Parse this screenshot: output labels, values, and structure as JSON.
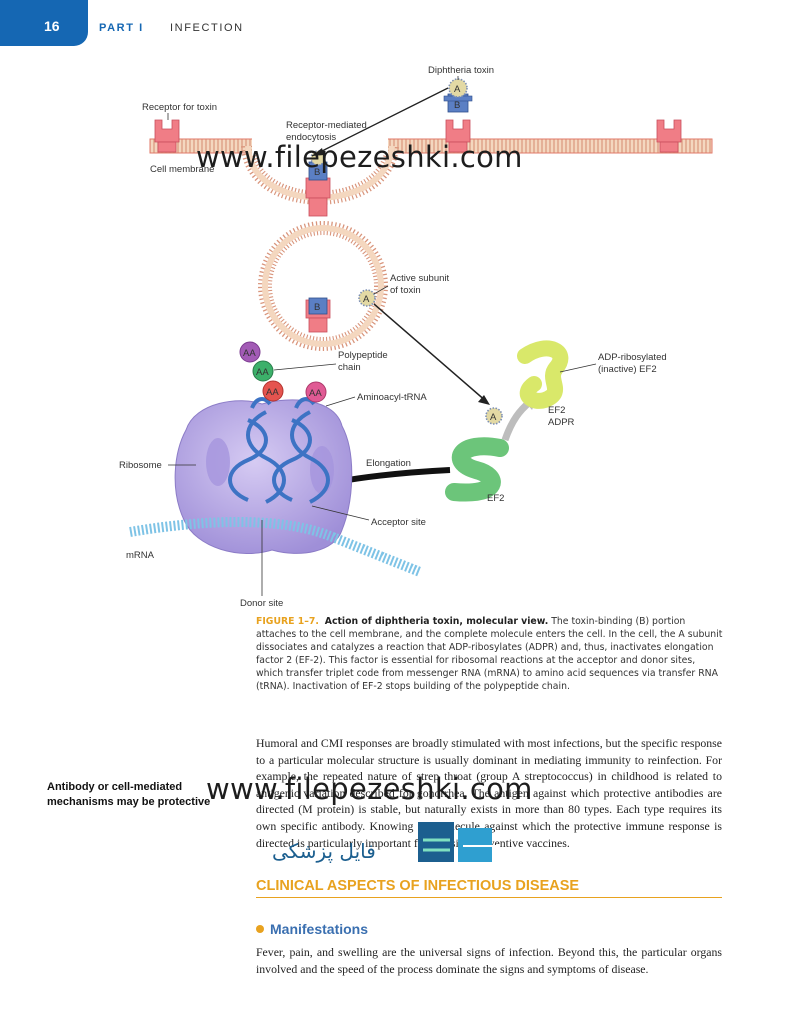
{
  "header": {
    "page_number": "16",
    "part": "PART I",
    "chapter": "INFECTION"
  },
  "figure": {
    "labels": {
      "diphtheria_toxin": "Diphtheria toxin",
      "receptor_for_toxin": "Receptor for toxin",
      "receptor_mediated_1": "Receptor-mediated",
      "receptor_mediated_2": "endocytosis",
      "cell_membrane": "Cell membrane",
      "active_subunit_1": "Active subunit",
      "active_subunit_2": "of toxin",
      "polypeptide_1": "Polypeptide",
      "polypeptide_2": "chain",
      "aminoacyl_trna": "Aminoacyl-tRNA",
      "ribosome": "Ribosome",
      "elongation": "Elongation",
      "acceptor_site": "Acceptor site",
      "mrna": "mRNA",
      "donor_site": "Donor site",
      "adp_ribosylated_1": "ADP-ribosylated",
      "adp_ribosylated_2": "(inactive) EF2",
      "ef2_adpr_1": "EF2",
      "ef2_adpr_2": "ADPR",
      "ef2": "EF2",
      "subunit_a": "A",
      "subunit_b": "B",
      "amino_acid": "AA"
    },
    "caption": {
      "number": "FIGURE 1–7.",
      "title": "Action of diphtheria toxin, molecular view.",
      "text": "The toxin-binding (B) portion attaches to the cell membrane, and the complete molecule enters the cell. In the cell, the A subunit dissociates and catalyzes a reaction that ADP-ribosylates (ADPR) and, thus, inactivates elongation factor 2 (EF-2). This factor is essential for ribosomal reactions at the acceptor and donor sites, which transfer triplet code from messenger RNA (mRNA) to amino acid sequences via transfer RNA (tRNA). Inactivation of EF-2 stops building of the polypeptide chain."
    }
  },
  "margin_note": "Antibody or cell-mediated mechanisms may be protective",
  "body": {
    "paragraph1": "Humoral and CMI responses are broadly stimulated with most infections, but the specific response to a particular molecular structure is usually dominant in mediating immunity to reinfection. For example, the repeated nature of strep throat (group A streptococcus) in childhood is related to antigenic variation described for gonorrhea. The antigen against which protective antibodies are directed (M protein) is stable, but naturally exists in more than 80 types. Each type requires its own specific antibody. Knowing the molecule against which the protective immune response is directed is particularly important for devising preventive vaccines.",
    "section_heading": "CLINICAL ASPECTS OF INFECTIOUS DISEASE",
    "subsection_heading": "Manifestations",
    "paragraph2": "Fever, pain, and swelling are the universal signs of infection. Beyond this, the particular organs involved and the speed of the process dominate the signs and symptoms of disease."
  },
  "watermark": {
    "url": "www.filepezeshki.com",
    "logo_text": "فایل پزشکی"
  },
  "colors": {
    "header_blue": "#1567b3",
    "accent_orange": "#e8a21f",
    "heading_blue": "#3a6fb0",
    "receptor_pink": "#f07d86",
    "toxin_blue": "#5b7fc4",
    "ribosome_purple": "#b7a8e6",
    "trna_blue": "#3d73c4",
    "ef2_green": "#6cc57a",
    "ef2_yellow": "#d9e86a"
  }
}
